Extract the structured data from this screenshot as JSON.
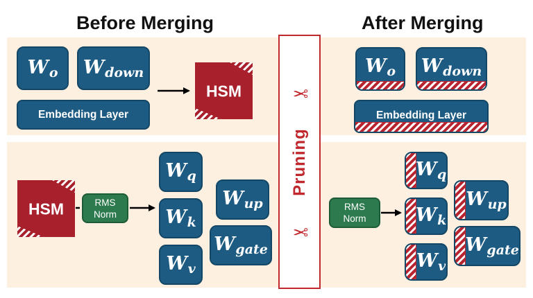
{
  "titles": {
    "before": "Before Merging",
    "after": "After Merging"
  },
  "pruning_label": "Pruning",
  "hsm_label": "HSM",
  "embedding_label": "Embedding Layer",
  "rms": {
    "line1": "RMS",
    "line2": "Norm"
  },
  "weights": {
    "o": {
      "base": "W",
      "sub": "o"
    },
    "down": {
      "base": "W",
      "sub": "down"
    },
    "q": {
      "base": "W",
      "sub": "q"
    },
    "k": {
      "base": "W",
      "sub": "k"
    },
    "v": {
      "base": "W",
      "sub": "v"
    },
    "up": {
      "base": "W",
      "sub": "up"
    },
    "gate": {
      "base": "W",
      "sub": "gate"
    }
  },
  "icons": {
    "scissors": "scissors-icon"
  },
  "colors": {
    "weight_blue": "#1d5b83",
    "hsm_red": "#a8202b",
    "norm_green": "#2d7a4e",
    "band": "#fdf0e0",
    "prune_red": "#c0282e"
  }
}
